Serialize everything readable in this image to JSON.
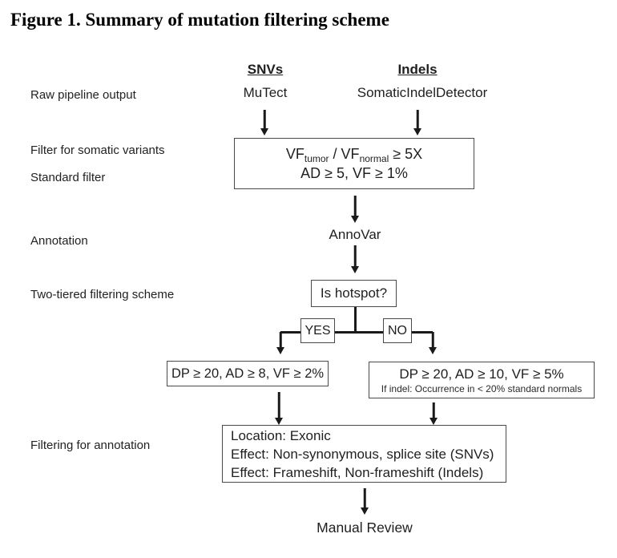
{
  "title": "Figure 1. Summary of mutation filtering scheme",
  "row_labels": {
    "raw_pipeline": "Raw pipeline output",
    "somatic_filter": "Filter for somatic variants",
    "standard_filter": "Standard filter",
    "annotation": "Annotation",
    "two_tiered": "Two-tiered filtering scheme",
    "filtering_annotation": "Filtering for annotation"
  },
  "columns": {
    "snvs": {
      "header": "SNVs",
      "tool": "MuTect"
    },
    "indels": {
      "header": "Indels",
      "tool": "SomaticIndelDetector"
    }
  },
  "somatic_box": {
    "line1": {
      "vf1": "VF",
      "sub_tumor": "tumor",
      "mid": " / VF",
      "sub_normal": "normal",
      "tail": " ≥ 5X"
    },
    "line2": "AD ≥ 5, VF ≥ 1%"
  },
  "annovar_label": "AnnoVar",
  "hotspot_question": "Is hotspot?",
  "branch": {
    "yes": "YES",
    "no": "NO"
  },
  "tier1_box": "DP ≥ 20, AD ≥ 8, VF ≥ 2%",
  "tier2_box": {
    "line1": "DP ≥ 20, AD ≥ 10, VF ≥ 5%",
    "line2": "If indel: Occurrence in < 20% standard normals"
  },
  "annotation_box": {
    "line1": "Location: Exonic",
    "line2": "Effect: Non-synonymous, splice site (SNVs)",
    "line3": "Effect: Frameshift, Non-frameshift (Indels)"
  },
  "final_step": "Manual Review",
  "colors": {
    "text": "#1f1f1f",
    "line": "#1a1a1a",
    "box_border": "#4a4a4a",
    "background": "#ffffff"
  }
}
